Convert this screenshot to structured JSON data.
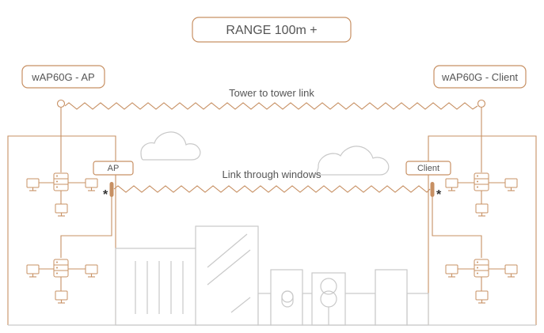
{
  "range_label": "RANGE 100m +",
  "ap_device_label": "wAP60G - AP",
  "client_device_label": "wAP60G - Client",
  "tower_link_label": "Tower to tower link",
  "window_link_label": "Link through windows",
  "ap_tag": "AP",
  "client_tag": "Client",
  "ap_window_marker": "*",
  "client_window_marker": "*",
  "colors": {
    "accent": "#c79063",
    "building": "#c9c9c9",
    "text": "#555555"
  }
}
